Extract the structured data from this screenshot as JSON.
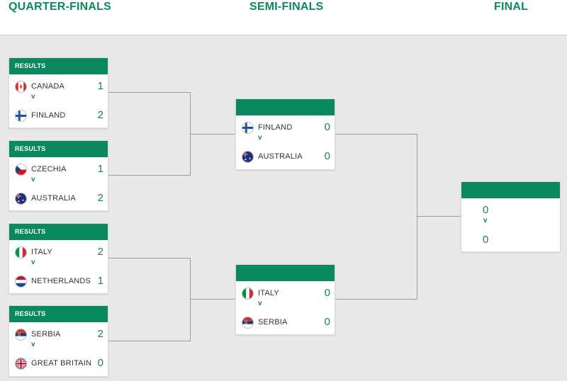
{
  "rounds": {
    "quarter": "QUARTER-FINALS",
    "semi": "SEMI-FINALS",
    "final": "FINAL"
  },
  "labels": {
    "results": "RESULTS",
    "vs": "v"
  },
  "quarter_finals": [
    {
      "home": {
        "name": "CANADA",
        "score": "1",
        "flag": "canada-flag-icon"
      },
      "away": {
        "name": "FINLAND",
        "score": "2",
        "flag": "finland-flag-icon"
      }
    },
    {
      "home": {
        "name": "CZECHIA",
        "score": "1",
        "flag": "czechia-flag-icon"
      },
      "away": {
        "name": "AUSTRALIA",
        "score": "2",
        "flag": "australia-flag-icon"
      }
    },
    {
      "home": {
        "name": "ITALY",
        "score": "2",
        "flag": "italy-flag-icon"
      },
      "away": {
        "name": "NETHERLANDS",
        "score": "1",
        "flag": "netherlands-flag-icon"
      }
    },
    {
      "home": {
        "name": "SERBIA",
        "score": "2",
        "flag": "serbia-flag-icon"
      },
      "away": {
        "name": "GREAT BRITAIN",
        "score": "0",
        "flag": "great-britain-flag-icon"
      }
    }
  ],
  "semi_finals": [
    {
      "home": {
        "name": "FINLAND",
        "score": "0",
        "flag": "finland-flag-icon"
      },
      "away": {
        "name": "AUSTRALIA",
        "score": "0",
        "flag": "australia-flag-icon"
      }
    },
    {
      "home": {
        "name": "ITALY",
        "score": "0",
        "flag": "italy-flag-icon"
      },
      "away": {
        "name": "SERBIA",
        "score": "0",
        "flag": "serbia-flag-icon"
      }
    }
  ],
  "final": {
    "home": {
      "score": "0"
    },
    "away": {
      "score": "0"
    }
  },
  "colors": {
    "accent": "#0a8a5c",
    "score": "#1a7f55",
    "connector": "#9a9a9a"
  }
}
